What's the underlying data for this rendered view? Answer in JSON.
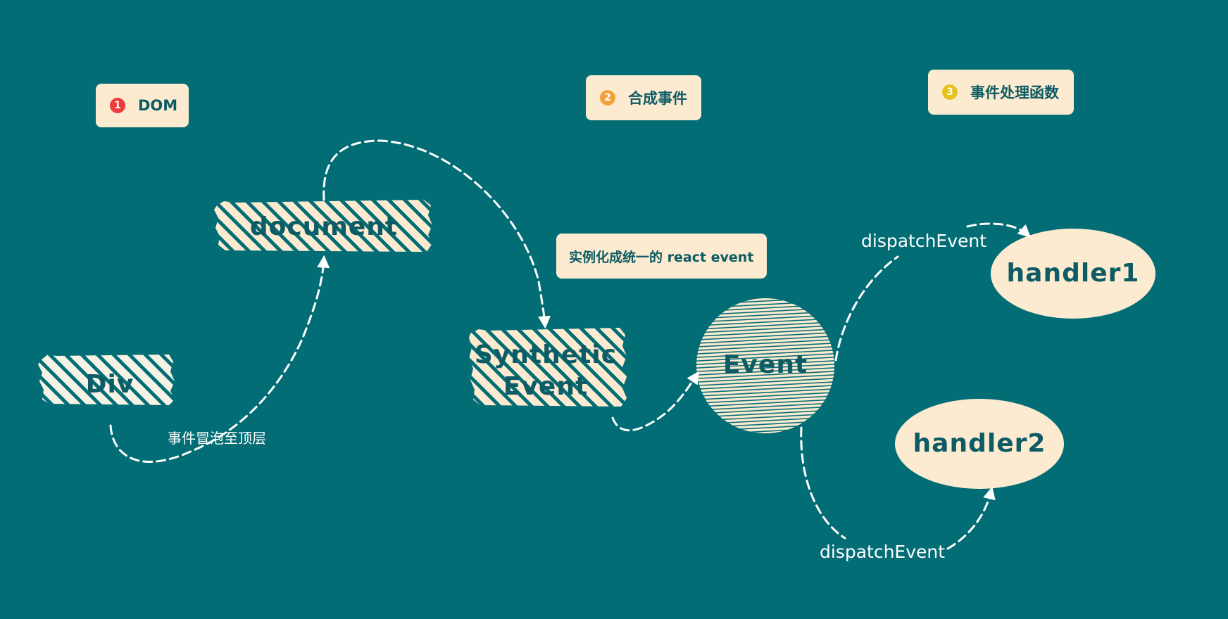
{
  "sections": [
    {
      "number": "1",
      "label": "DOM",
      "color": "#ee3b3b"
    },
    {
      "number": "2",
      "label": "合成事件",
      "color": "#f2a23a"
    },
    {
      "number": "3",
      "label": "事件处理函数",
      "color": "#e6c21d"
    }
  ],
  "nodes": {
    "div": "Div",
    "document": "document",
    "synthetic_line1": "Synthetic",
    "synthetic_line2": "Event",
    "event": "Event",
    "handler1": "handler1",
    "handler2": "handler2"
  },
  "annotations": {
    "bubble": "事件冒泡至顶层",
    "instantiate": "实例化成统一的 react event",
    "dispatch_top": "dispatchEvent",
    "dispatch_bottom": "dispatchEvent"
  },
  "colors": {
    "background": "#036d76",
    "cream": "#fcebd0",
    "div_fill": "#f6f3e6",
    "text_dark": "#0d5b64",
    "arrow": "#ffffff"
  }
}
